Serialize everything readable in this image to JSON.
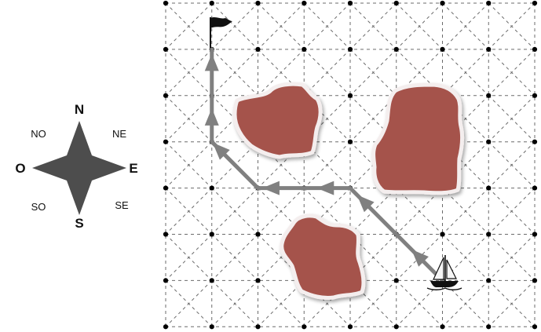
{
  "compass": {
    "north": "N",
    "south": "S",
    "east": "E",
    "west": "O",
    "northeast": "NE",
    "northwest": "NO",
    "southeast": "SE",
    "southwest": "SO"
  },
  "map": {
    "grid_columns": 9,
    "grid_rows": 8,
    "start_node": [
      6,
      6
    ],
    "goal_node": [
      1,
      1
    ],
    "route_nodes": [
      [
        6,
        6
      ],
      [
        4,
        4
      ],
      [
        2,
        4
      ],
      [
        1,
        3
      ],
      [
        1,
        1
      ]
    ],
    "island_color": "#a5524c",
    "arrow_color": "#808080",
    "grid_color": "#6b6b6b",
    "compass_color": "#4d4d4d",
    "compass_minor_color": "#9a9a9a",
    "icons": {
      "start": "sailboat-icon",
      "goal": "flag-icon"
    }
  }
}
